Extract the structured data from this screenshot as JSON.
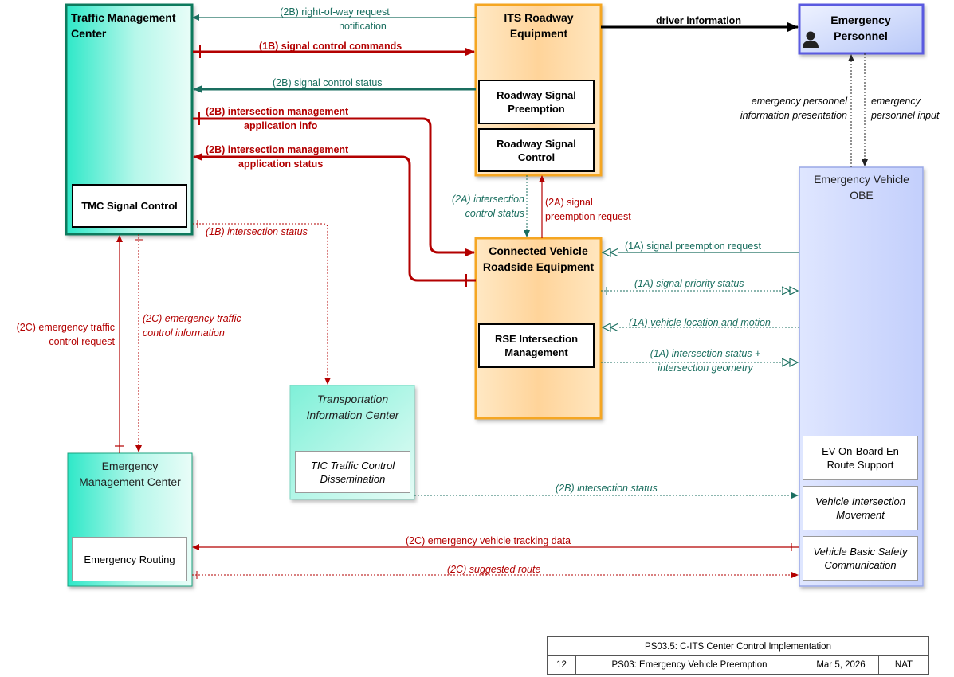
{
  "nodes": {
    "tmc": {
      "title": "Traffic Management Center",
      "sub": "TMC Signal Control"
    },
    "its": {
      "title": "ITS Roadway Equipment",
      "sub1": "Roadway Signal Preemption",
      "sub2": "Roadway Signal Control"
    },
    "ep": {
      "title": "Emergency Personnel"
    },
    "evobe": {
      "title": "Emergency Vehicle OBE",
      "sub1": "EV On-Board En Route Support",
      "sub2": "Vehicle Intersection Movement",
      "sub3": "Vehicle Basic Safety Communication"
    },
    "cvrse": {
      "title": "Connected Vehicle Roadside Equipment",
      "sub": "RSE Intersection Management"
    },
    "tic": {
      "title": "Transportation Information Center",
      "sub": "TIC Traffic Control Dissemination"
    },
    "emc": {
      "title": "Emergency Management Center",
      "sub": "Emergency Routing"
    }
  },
  "flows": {
    "f01": {
      "line1": "(2B) right-of-way request",
      "line2": "notification"
    },
    "f02": {
      "text": "(1B) signal control commands"
    },
    "f03": {
      "text": "(2B) signal control status"
    },
    "f04": {
      "line1": "(2B) intersection management",
      "line2": "application info"
    },
    "f05": {
      "line1": "(2B) intersection management",
      "line2": "application status"
    },
    "f06": {
      "text": "(1B) intersection status"
    },
    "f07": {
      "line1": "(2A) intersection",
      "line2": "control status"
    },
    "f08": {
      "line1": "(2A) signal",
      "line2": "preemption request"
    },
    "f09": {
      "text": "driver information"
    },
    "f10": {
      "line1": "emergency personnel",
      "line2": "information presentation"
    },
    "f11": {
      "line1": "emergency",
      "line2": "personnel input"
    },
    "f12": {
      "text": "(1A) signal preemption request"
    },
    "f13": {
      "text": "(1A) signal priority status"
    },
    "f14": {
      "text": "(1A) vehicle location and motion"
    },
    "f15": {
      "line1": "(1A) intersection status +",
      "line2": "intersection geometry"
    },
    "f16": {
      "line1": "(2C) emergency traffic",
      "line2": "control request"
    },
    "f17": {
      "line1": "(2C) emergency traffic",
      "line2": "control information"
    },
    "f18": {
      "text": "(2B) intersection status"
    },
    "f19": {
      "text": "(2C) emergency vehicle tracking data"
    },
    "f20": {
      "text": "(2C) suggested route"
    }
  },
  "titleblock": {
    "title": "PS03.5: C-ITS Center Control Implementation",
    "page": "12",
    "subtitle": "PS03: Emergency Vehicle Preemption",
    "date": "Mar 5, 2026",
    "author": "NAT"
  },
  "colors": {
    "red": "#b30000",
    "teal": "#1a6e5f",
    "orange": "#f5a623",
    "blue": "#9aa8e6",
    "green": "#1fa37f"
  }
}
